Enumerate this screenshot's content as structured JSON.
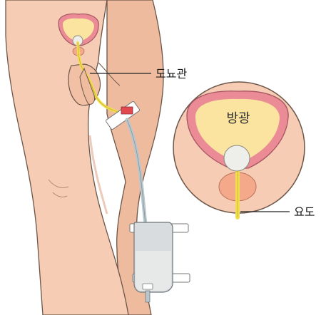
{
  "labels": {
    "catheter": "도뇨관",
    "bladder": "방광",
    "urethra": "요도"
  },
  "colors": {
    "skin": "#f6cdb4",
    "skin_shadow": "#e8aa8e",
    "skin_outline": "#6b5548",
    "bladder_wall": "#ea8b95",
    "bladder_inner": "#fbe3a0",
    "urethra_tube": "#f2de4c",
    "prostate": "#f3a98a",
    "leader_line": "#222222",
    "bag_body": "#d9dcde",
    "tubing": "#b9c6cc"
  }
}
